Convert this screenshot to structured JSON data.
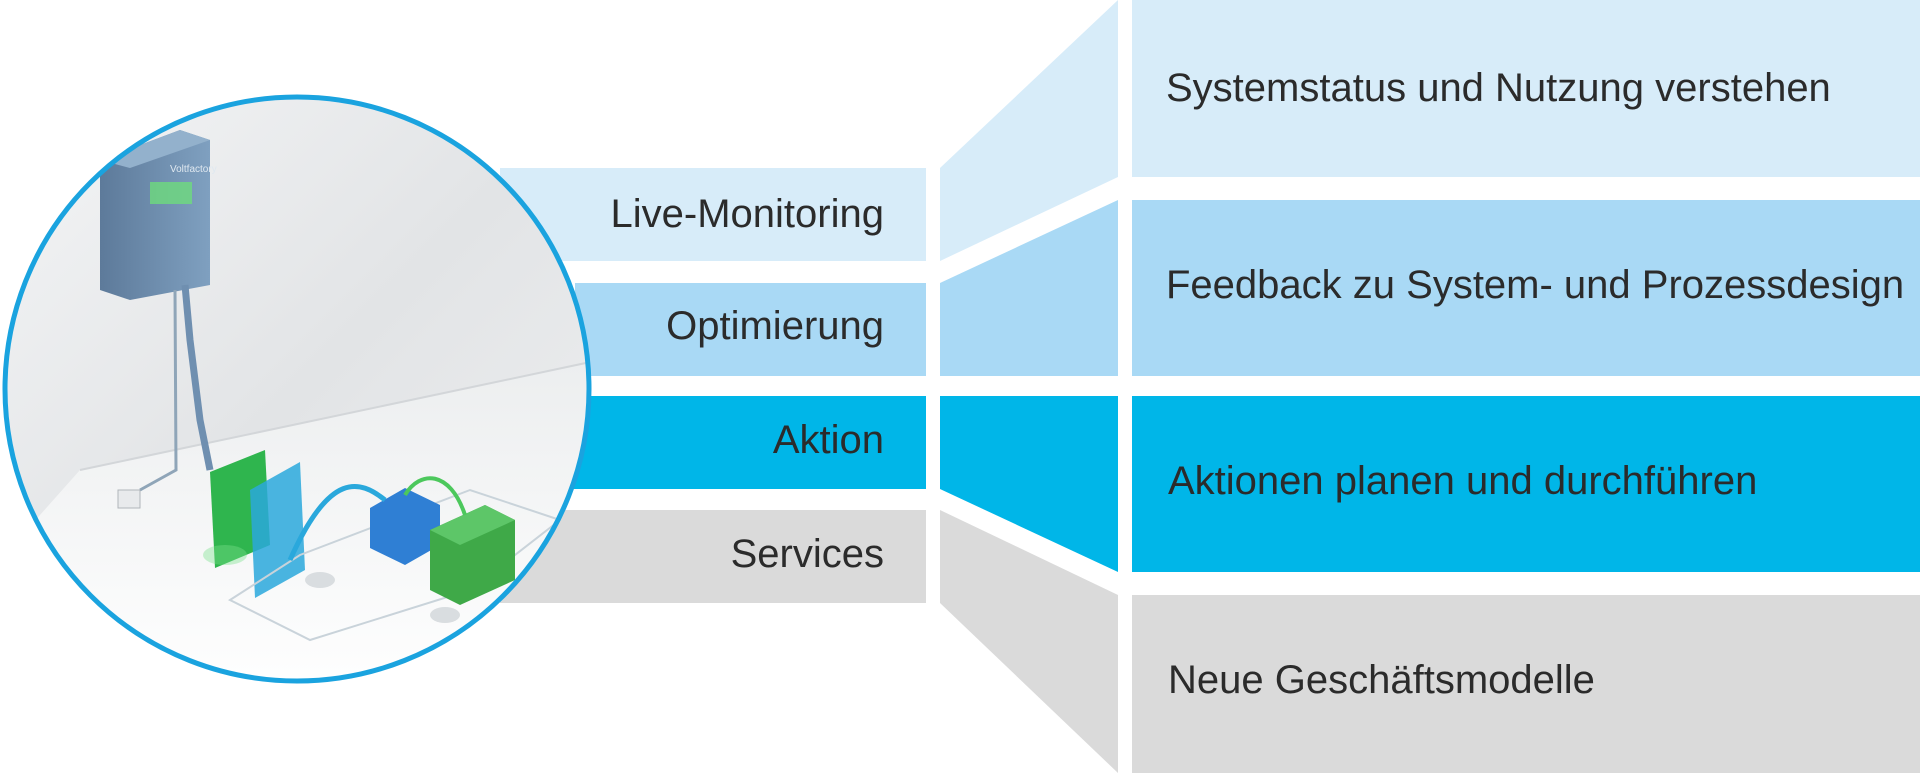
{
  "colors": {
    "row1": "#d7ecf9",
    "row2": "#a9d9f5",
    "row3": "#00b6e8",
    "row4": "#dadada",
    "circle_border": "#1aa3df"
  },
  "rows": [
    {
      "label": "Live-Monitoring",
      "detail": "Systemstatus und Nutzung verstehen"
    },
    {
      "label": "Optimierung",
      "detail": "Feedback zu System- und Prozessdesign"
    },
    {
      "label": "Aktion",
      "detail": "Aktionen planen und durchführen"
    },
    {
      "label": "Services",
      "detail": "Neue Geschäftsmodelle"
    }
  ],
  "device": {
    "brand_label": "Voltfactory"
  }
}
